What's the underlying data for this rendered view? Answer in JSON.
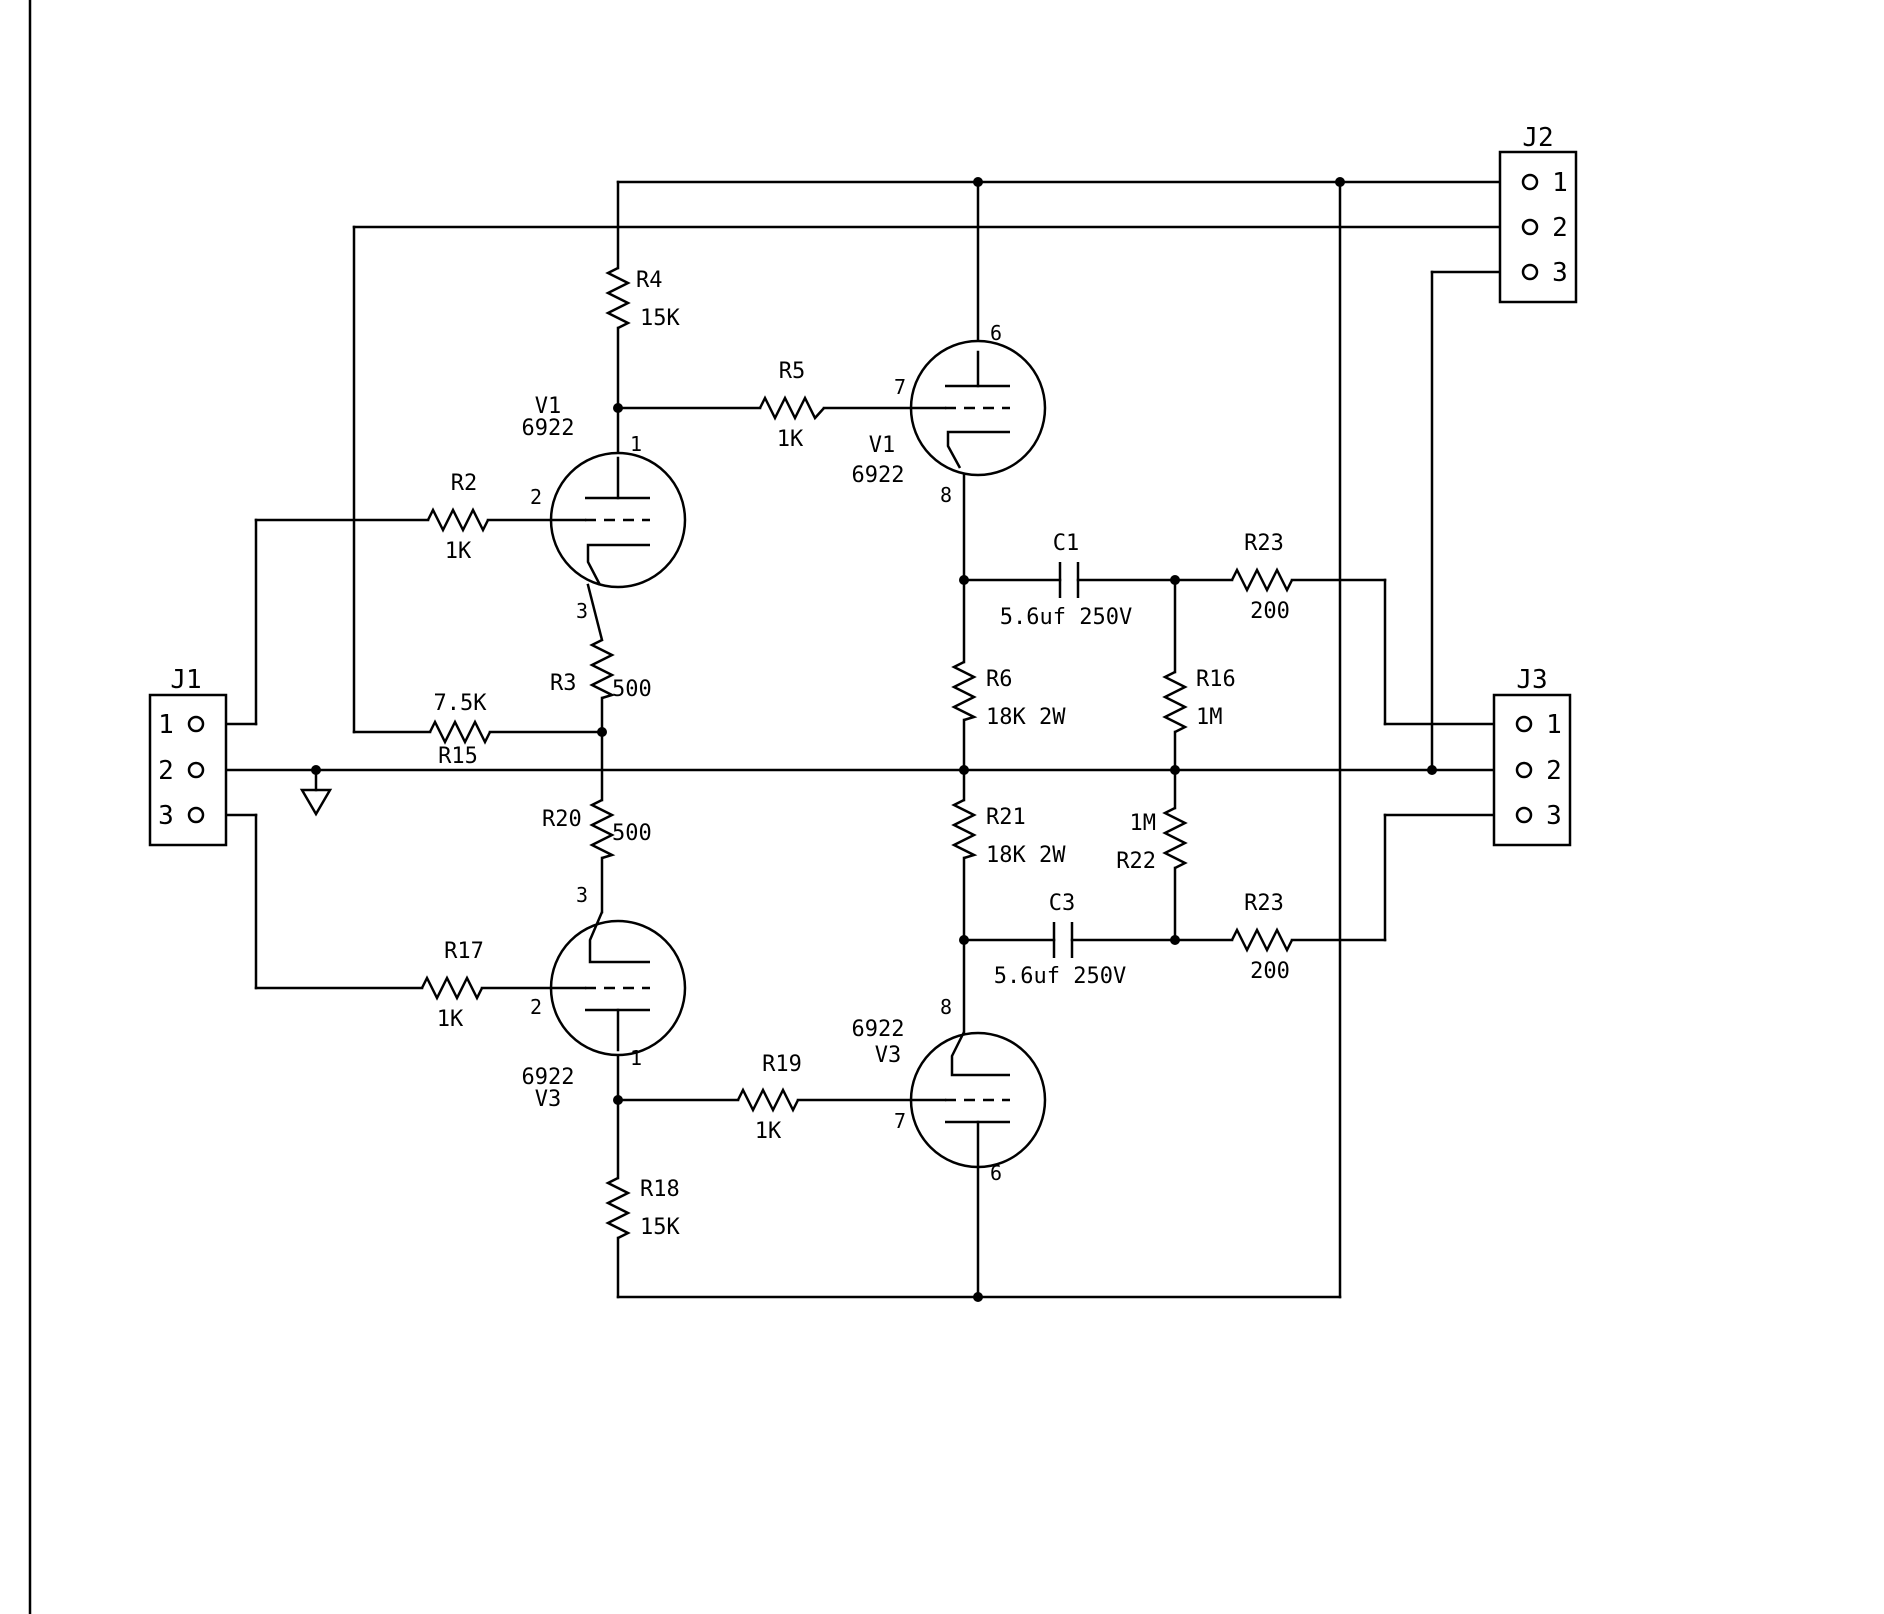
{
  "connectors": {
    "J1": {
      "ref": "J1",
      "pins": [
        "1",
        "2",
        "3"
      ]
    },
    "J2": {
      "ref": "J2",
      "pins": [
        "1",
        "2",
        "3"
      ]
    },
    "J3": {
      "ref": "J3",
      "pins": [
        "1",
        "2",
        "3"
      ]
    }
  },
  "resistors": {
    "R4": {
      "ref": "R4",
      "value": "15K"
    },
    "R5": {
      "ref": "R5",
      "value": "1K"
    },
    "R2": {
      "ref": "R2",
      "value": "1K"
    },
    "R3": {
      "ref": "R3",
      "value": "500"
    },
    "R15": {
      "ref": "R15",
      "value": "7.5K"
    },
    "R20": {
      "ref": "R20",
      "value": "500"
    },
    "R17": {
      "ref": "R17",
      "value": "1K"
    },
    "R18": {
      "ref": "R18",
      "value": "15K"
    },
    "R19": {
      "ref": "R19",
      "value": "1K"
    },
    "R6": {
      "ref": "R6",
      "value": "18K 2W"
    },
    "R21": {
      "ref": "R21",
      "value": "18K 2W"
    },
    "R16": {
      "ref": "R16",
      "value": "1M"
    },
    "R22": {
      "ref": "R22",
      "value": "1M"
    },
    "R23a": {
      "ref": "R23",
      "value": "200"
    },
    "R23b": {
      "ref": "R23",
      "value": "200"
    }
  },
  "capacitors": {
    "C1": {
      "ref": "C1",
      "value": "5.6uf 250V"
    },
    "C3": {
      "ref": "C3",
      "value": "5.6uf 250V"
    }
  },
  "tubes": {
    "V1a": {
      "ref": "V1",
      "part": "6922",
      "pins": {
        "plate": "1",
        "grid": "2",
        "cathode": "3"
      }
    },
    "V1b": {
      "ref": "V1",
      "part": "6922",
      "pins": {
        "plate": "6",
        "grid": "7",
        "cathode": "8"
      }
    },
    "V3a": {
      "ref": "V3",
      "part": "6922",
      "pins": {
        "plate": "1",
        "grid": "2",
        "cathode": "3"
      }
    },
    "V3b": {
      "ref": "V3",
      "part": "6922",
      "pins": {
        "plate": "6",
        "grid": "7",
        "cathode": "8"
      }
    }
  }
}
